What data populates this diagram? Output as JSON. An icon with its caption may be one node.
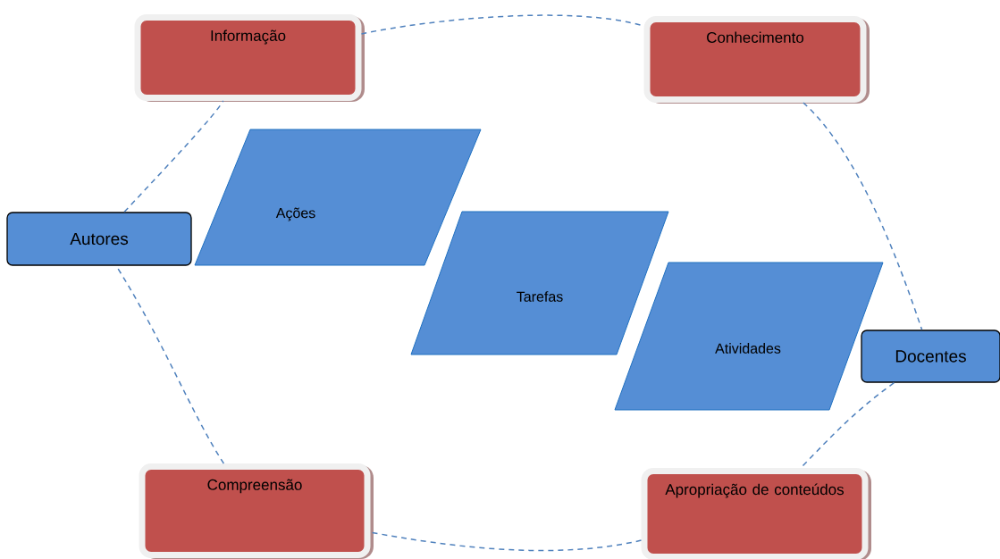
{
  "diagram": {
    "nodes": [
      {
        "text": [
          "Informação"
        ]
      },
      {
        "text": [
          "Conhecimento"
        ]
      },
      {
        "text": [
          "Autores"
        ]
      },
      {
        "text": [
          "Ações"
        ]
      },
      {
        "text": [
          "Tarefas"
        ]
      },
      {
        "text": [
          "Atividades"
        ]
      },
      {
        "text": [
          "Docentes"
        ]
      },
      {
        "text": [
          "Compreensão"
        ]
      },
      {
        "text": [
          "Apropriação de conteúdos"
        ]
      }
    ],
    "edges": [
      {
        "from": 0,
        "to": 1,
        "arrow": "none",
        "style": "dashed"
      },
      {
        "from": 1,
        "to": 6,
        "arrow": "none",
        "style": "dashed"
      },
      {
        "from": 6,
        "to": 8,
        "arrow": "none",
        "style": "dashed"
      },
      {
        "from": 8,
        "to": 7,
        "arrow": "none",
        "style": "dashed"
      },
      {
        "from": 7,
        "to": 2,
        "arrow": "none",
        "style": "dashed"
      },
      {
        "from": 2,
        "to": 0,
        "arrow": "none",
        "style": "dashed"
      }
    ]
  }
}
